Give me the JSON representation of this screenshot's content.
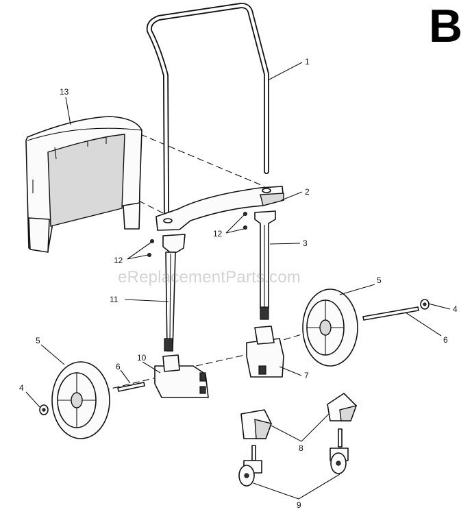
{
  "section_letter": "B",
  "watermark": "eReplacementParts.com",
  "callouts": [
    "1",
    "13",
    "2",
    "12",
    "3",
    "12",
    "11",
    "5",
    "4",
    "6",
    "5",
    "6",
    "10",
    "7",
    "4",
    "8",
    "9"
  ]
}
